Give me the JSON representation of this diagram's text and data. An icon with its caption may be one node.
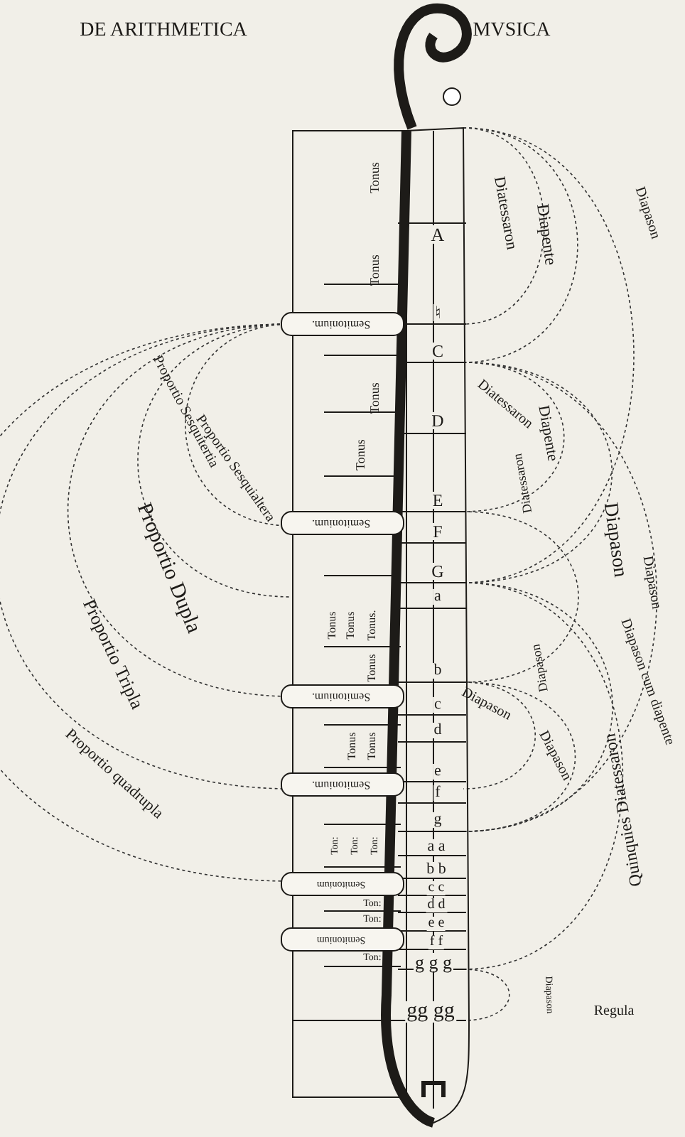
{
  "diagram": {
    "labels": [
      "DE ARITHMETICA",
      "MVSICA",
      "Tonus",
      "Tonus",
      "Semitonium.",
      "Tonus",
      "Tonus",
      "Semitonium.",
      "Tonus",
      "Tonus",
      "Tonus.",
      "Tonus",
      "Semitonium.",
      "Tonus",
      "Tonus",
      "Semitonium.",
      "Ton:",
      "Ton:",
      "Ton:",
      "Semitonium",
      "Ton:",
      "Ton:",
      "Semitonium",
      "Ton:",
      "A",
      "♮",
      "C",
      "D",
      "E",
      "F",
      "G",
      "a",
      "b",
      "c",
      "d",
      "e",
      "f",
      "g",
      "a a",
      "b b",
      "c c",
      "d d",
      "e e",
      "f f",
      "g g g",
      "gg gg",
      "Diatessaron",
      "Diapente",
      "Diapason",
      "Diatessaron",
      "Diapente",
      "Diatessaron",
      "Diapason",
      "Diapason",
      "Diapason cum diapente",
      "Diapason",
      "Diapason",
      "Diapason",
      "Quinquies Diatessaron",
      "Diapason",
      "Proportio Sesquitertia",
      "Proportio Sesquialtera",
      "Proportio Dupla",
      "Proportio Tripla",
      "Proportio quadrupla",
      "Regula"
    ]
  }
}
